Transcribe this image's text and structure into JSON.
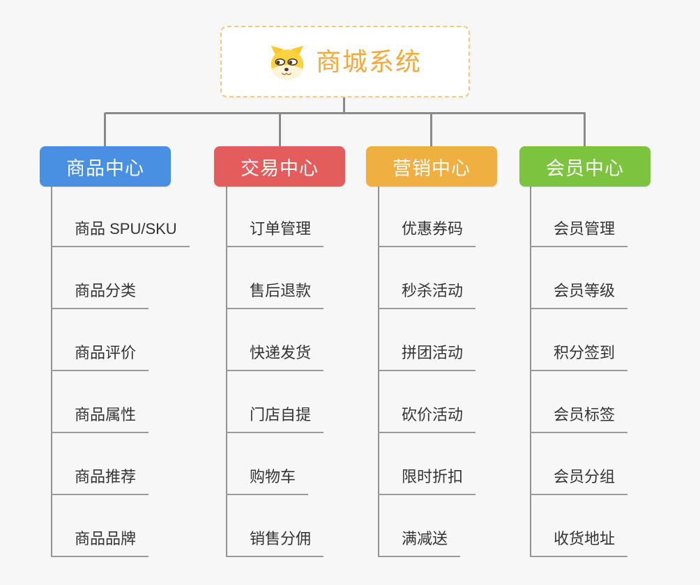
{
  "root": {
    "title": "商城系统",
    "icon": "dog-face-icon"
  },
  "branches": [
    {
      "label": "商品中心",
      "color": "#4a90e2",
      "children": [
        "商品 SPU/SKU",
        "商品分类",
        "商品评价",
        "商品属性",
        "商品推荐",
        "商品品牌"
      ]
    },
    {
      "label": "交易中心",
      "color": "#e35d5c",
      "children": [
        "订单管理",
        "售后退款",
        "快递发货",
        "门店自提",
        "购物车",
        "销售分佣"
      ]
    },
    {
      "label": "营销中心",
      "color": "#efaf41",
      "children": [
        "优惠券码",
        "秒杀活动",
        "拼团活动",
        "砍价活动",
        "限时折扣",
        "满减送"
      ]
    },
    {
      "label": "会员中心",
      "color": "#7cc340",
      "children": [
        "会员管理",
        "会员等级",
        "积分签到",
        "会员标签",
        "会员分组",
        "收货地址"
      ]
    }
  ],
  "colors": {
    "background": "#f7f7f7",
    "root_border": "#f6c87e",
    "root_text": "#f5a93b",
    "connector": "#8a8a8a",
    "child_underline": "#9a9a9a",
    "child_text": "#333333"
  }
}
